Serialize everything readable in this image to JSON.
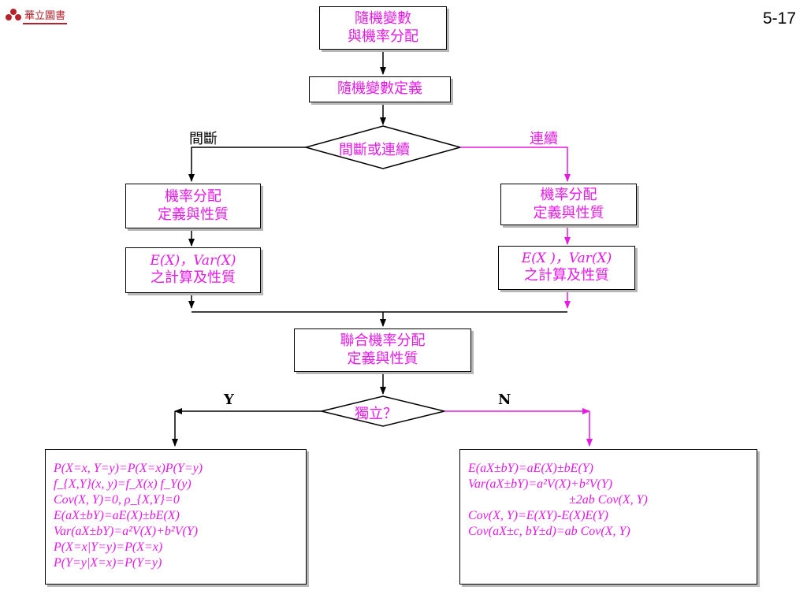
{
  "header": {
    "logo_icon": "cluster-logo-icon",
    "logo_text": "華立圖書",
    "page_number": "5-17"
  },
  "colors": {
    "accent": "#e619e6",
    "line": "#000000",
    "shadow": "#b7b7b7",
    "logo": "#b8202a"
  },
  "diagram": {
    "top_box": [
      "隨機變數",
      "與機率分配"
    ],
    "definition_box": "隨機變數定義",
    "decision_type": "間斷或連續",
    "label_discrete": "間斷",
    "label_continuous": "連續",
    "discrete_prob_box": [
      "機率分配",
      "定義與性質"
    ],
    "continuous_prob_box": [
      "機率分配",
      "定義與性質"
    ],
    "discrete_exp_box": [
      "E(X)，Var(X)",
      "之計算及性質"
    ],
    "continuous_exp_box": [
      "E(X )，Var(X)",
      "之計算及性質"
    ],
    "joint_box": [
      "聯合機率分配",
      "定義與性質"
    ],
    "decision_independent": "獨立？",
    "label_yes": "Y",
    "label_no": "N",
    "independent_formulas": [
      "P(X=x, Y=y)=P(X=x)P(Y=y)",
      "f_{X,Y}(x, y)=f_X(x) f_Y(y)",
      "Cov(X, Y)=0, ρ_{X,Y}=0",
      "E(aX±bY)=aE(X)±bE(X)",
      "Var(aX±bY)=a²V(X)+b²V(Y)",
      "P(X=x|Y=y)=P(X=x)",
      "P(Y=y|X=x)=P(Y=y)"
    ],
    "dependent_formulas": [
      "E(aX±bY)=aE(X)±bE(Y)",
      "Var(aX±bY)=a²V(X)+b²V(Y)",
      "±2ab Cov(X, Y)",
      "Cov(X, Y)=E(XY)-E(X)E(Y)",
      "Cov(aX±c, bY±d)=ab Cov(X, Y)"
    ]
  }
}
